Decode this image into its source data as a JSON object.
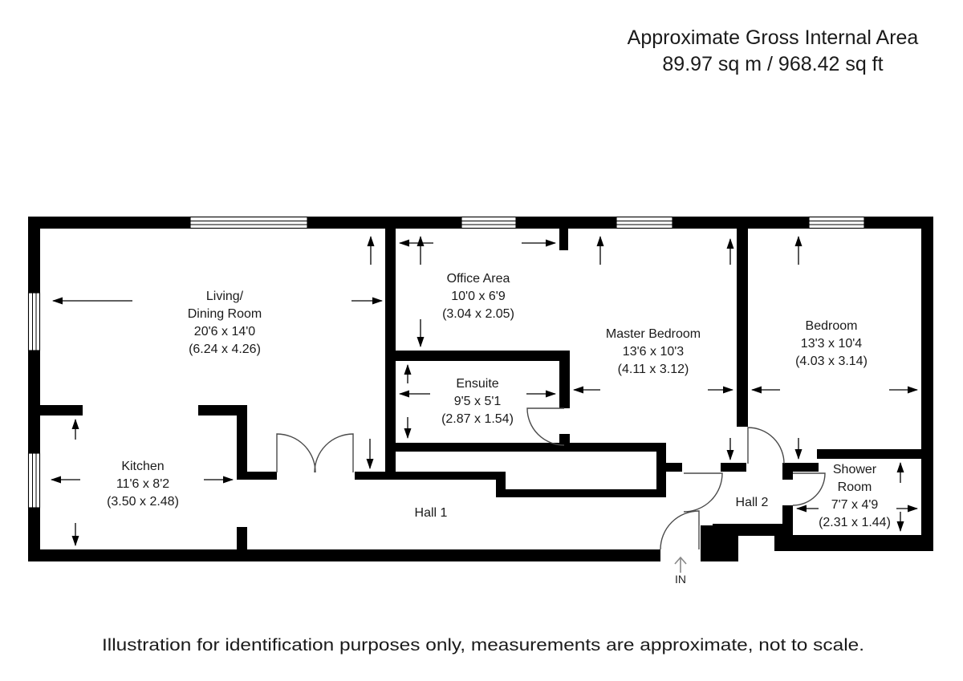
{
  "page": {
    "title_line1": "Approximate Gross Internal Area",
    "title_line2": "89.97 sq m / 968.42 sq ft",
    "footer": "Illustration for identification purposes only, measurements are approximate, not to scale.",
    "entrance_label": "IN"
  },
  "rooms": [
    {
      "name": "Living/Dining Room",
      "label_lines": [
        "Living/",
        "Dining Room"
      ],
      "imperial": "20'6 x 14'0",
      "metric": "(6.24 x 4.26)"
    },
    {
      "name": "Office Area",
      "label_lines": [
        "Office Area"
      ],
      "imperial": "10'0 x 6'9",
      "metric": "(3.04 x 2.05)"
    },
    {
      "name": "Ensuite",
      "label_lines": [
        "Ensuite"
      ],
      "imperial": "9'5 x 5'1",
      "metric": "(2.87 x 1.54)"
    },
    {
      "name": "Master Bedroom",
      "label_lines": [
        "Master Bedroom"
      ],
      "imperial": "13'6 x 10'3",
      "metric": "(4.11 x 3.12)"
    },
    {
      "name": "Bedroom",
      "label_lines": [
        "Bedroom"
      ],
      "imperial": "13'3 x 10'4",
      "metric": "(4.03 x 3.14)"
    },
    {
      "name": "Kitchen",
      "label_lines": [
        "Kitchen"
      ],
      "imperial": "11'6 x 8'2",
      "metric": "(3.50 x 2.48)"
    },
    {
      "name": "Shower Room",
      "label_lines": [
        "Shower",
        "Room"
      ],
      "imperial": "7'7 x 4'9",
      "metric": "(2.31 x 1.44)"
    },
    {
      "name": "Hall 1"
    },
    {
      "name": "Hall 2"
    }
  ]
}
